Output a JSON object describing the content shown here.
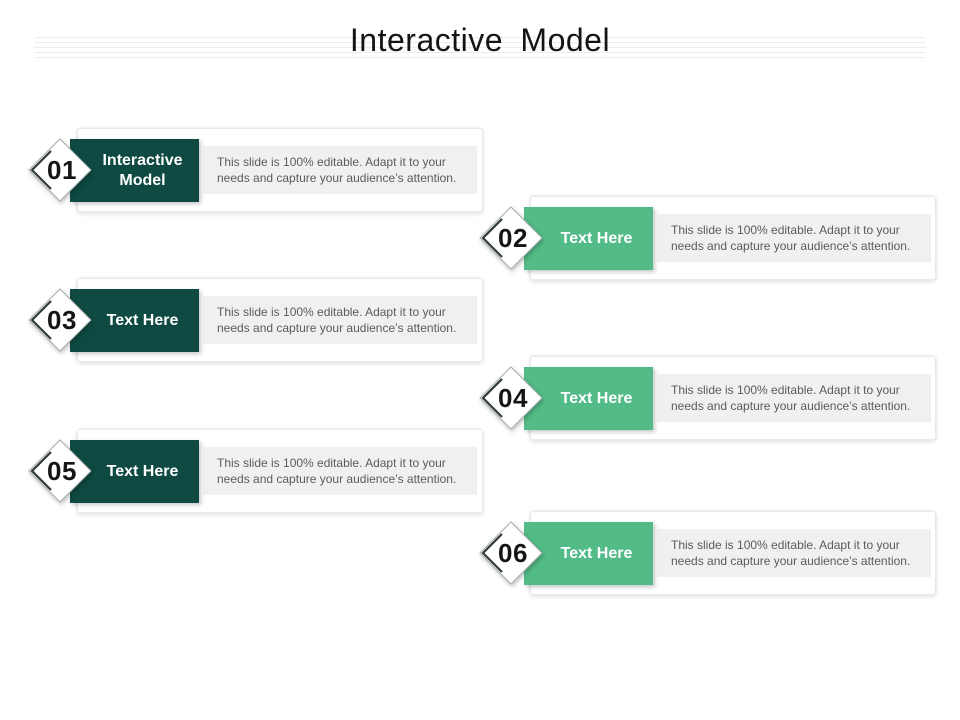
{
  "slide": {
    "title": "Interactive Model"
  },
  "items": [
    {
      "number": "01",
      "label": "Interactive Model",
      "description_lines": [
        "This slide is 100% editable. Adapt it to your",
        "needs and capture your audience’s attention."
      ]
    },
    {
      "number": "02",
      "label": "Text Here",
      "description_lines": [
        "This slide is 100% editable. Adapt it to your",
        "needs and capture your audience’s attention."
      ]
    },
    {
      "number": "03",
      "label": "Text Here",
      "description_lines": [
        "This slide is 100% editable. Adapt it to your",
        "needs and capture your audience’s attention."
      ]
    },
    {
      "number": "04",
      "label": "Text Here",
      "description_lines": [
        "This slide is 100% editable. Adapt it to your",
        "needs and capture your audience’s attention."
      ]
    },
    {
      "number": "05",
      "label": "Text Here",
      "description_lines": [
        "This slide is 100% editable. Adapt it to your",
        "needs and capture your audience’s attention."
      ]
    },
    {
      "number": "06",
      "label": "Text Here",
      "description_lines": [
        "This slide is 100% editable. Adapt it to your",
        "needs and capture your audience’s attention."
      ]
    }
  ],
  "colors": {
    "dark_teal": "#0e4a41",
    "green": "#53bb87",
    "desc_bg": "#f0f0f0",
    "desc_text": "#5b5b5b",
    "title_text": "#141414"
  }
}
